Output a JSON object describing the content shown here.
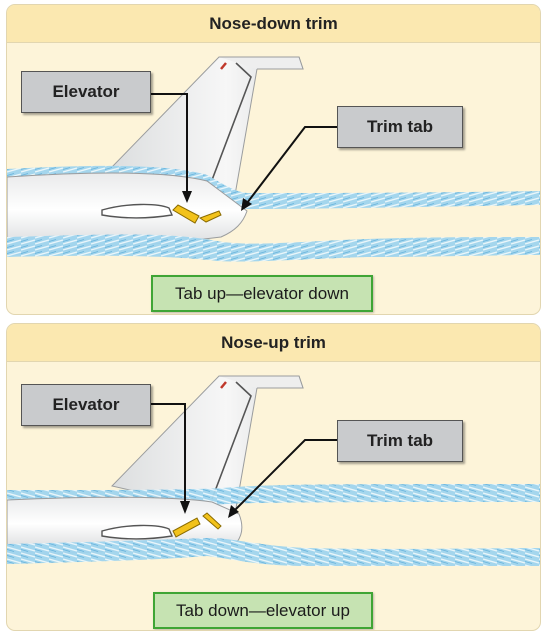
{
  "panels": [
    {
      "title": "Nose-down trim",
      "elevator_label": "Elevator",
      "trim_tab_label": "Trim tab",
      "caption": "Tab up—elevator down"
    },
    {
      "title": "Nose-up trim",
      "elevator_label": "Elevator",
      "trim_tab_label": "Trim tab",
      "caption": "Tab down—elevator up"
    }
  ],
  "colors": {
    "panel_bg": "#fdf4d9",
    "header_bg": "#fbe8b0",
    "airflow": "#7ec3e6",
    "airflow_light": "#bfe3f4",
    "elevator": "#f2c21b",
    "label_bg": "#c9cbcd",
    "caption_bg": "#c6e3b2",
    "caption_border": "#3fa535"
  }
}
